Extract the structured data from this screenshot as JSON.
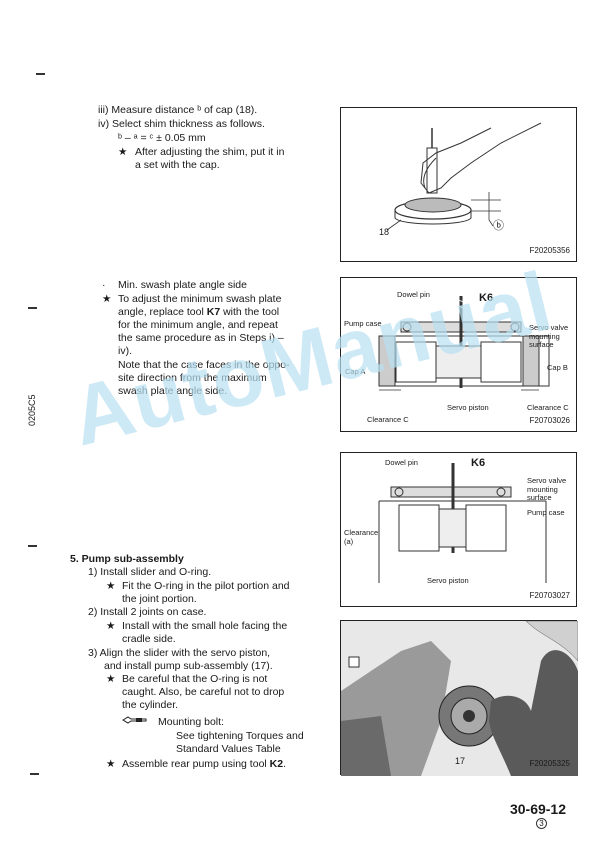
{
  "section_a": {
    "line1": "iii) Measure distance ᵇ of cap (18).",
    "line2": "iv) Select shim thickness as follows.",
    "formula": "ᵇ – ᵃ = ᶜ ± 0.05 mm",
    "note_line1": "After adjusting the shim, put it in",
    "note_line2": "a set with the cap."
  },
  "section_b": {
    "line1": "Min. swash plate angle side",
    "line2": "To adjust the minimum swash plate",
    "line3_pre": "angle, replace tool ",
    "line3_bold": "K7",
    "line3_post": " with the tool",
    "line4": "for the minimum angle, and repeat",
    "line5": "the same procedure as in Steps i) –",
    "line6": "iv).",
    "line7": "Note that the case faces in the oppo-",
    "line8": "site direction from the maximum",
    "line9": "swash plate angle side."
  },
  "section_c": {
    "heading": "5. Pump sub-assembly",
    "s1": "1) Install slider and O-ring.",
    "s1_note1": "Fit the O-ring in the pilot portion and",
    "s1_note2": "the joint portion.",
    "s2": "2) Install 2 joints on case.",
    "s2_note1": "Install with the small hole facing the",
    "s2_note2": "cradle side.",
    "s3_line1": "3) Align the slider with the servo piston,",
    "s3_line2": "and install pump sub-assembly (17).",
    "s3_note1": "Be careful that the O-ring is not",
    "s3_note2": "caught. Also, be careful not to drop",
    "s3_note3": "the cylinder.",
    "torque_label": "Mounting bolt:",
    "torque_line1": "See tightening Torques and",
    "torque_line2": "Standard Values Table",
    "final_pre": "Assemble rear pump using tool ",
    "final_bold": "K2",
    "final_post": "."
  },
  "bullets": {
    "star": "★",
    "dot": "·"
  },
  "figures": [
    {
      "code": "F20205356",
      "label_part": "18",
      "label_dim": "ⓑ"
    },
    {
      "code": "F20703026",
      "tool": "K6",
      "dowel": "Dowel pin",
      "pump_case": "Pump case",
      "servo": "Servo valve\nmounting\nsurface",
      "cap_a": "Cap A",
      "cap_b": "Cap B",
      "clearance_c": "Clearance C",
      "servo_piston": "Servo piston",
      "clearance_c2": "Clearance C"
    },
    {
      "code": "F20703027",
      "tool": "K6",
      "dowel": "Dowel pin",
      "servo": "Servo valve\nmounting\nsurface",
      "pump_case": "Pump case",
      "clearance": "Clearance\n(a)",
      "servo_piston": "Servo piston"
    },
    {
      "code": "F20205325",
      "label_part": "17"
    }
  ],
  "side_code": "0205C5",
  "watermark": "AutoManual",
  "page_number": "30-69-12",
  "revision": "3"
}
